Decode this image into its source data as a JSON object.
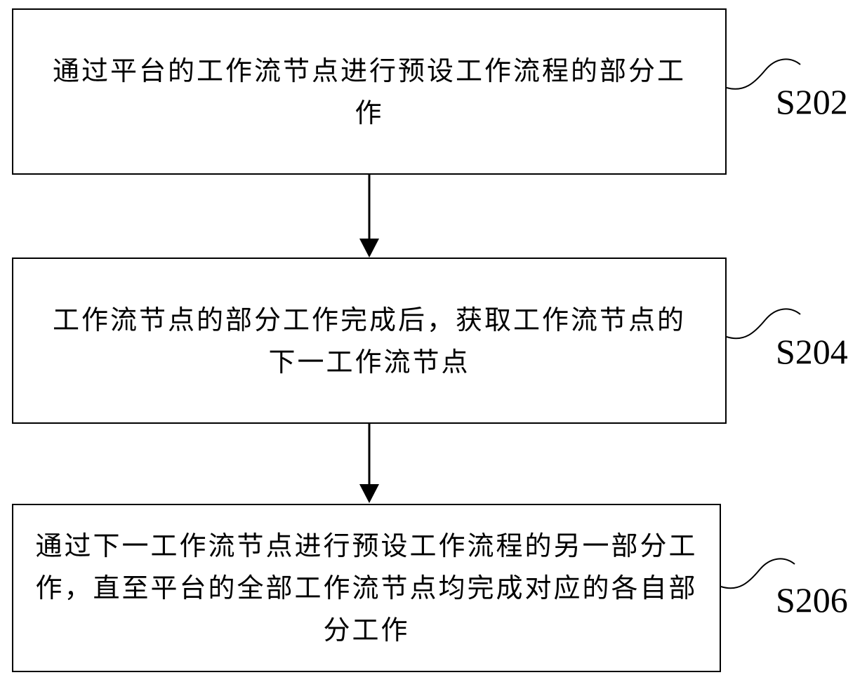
{
  "steps": [
    {
      "id": "S202",
      "label": "S202",
      "text": "通过平台的工作流节点进行预设工作流程的部分工作"
    },
    {
      "id": "S204",
      "label": "S204",
      "text": "工作流节点的部分工作完成后，获取工作流节点的下一工作流节点"
    },
    {
      "id": "S206",
      "label": "S206",
      "text": "通过下一工作流节点进行预设工作流程的另一部分工作，直至平台的全部工作流节点均完成对应的各自部分工作"
    }
  ],
  "colors": {
    "stroke": "#000000",
    "background": "#ffffff"
  }
}
